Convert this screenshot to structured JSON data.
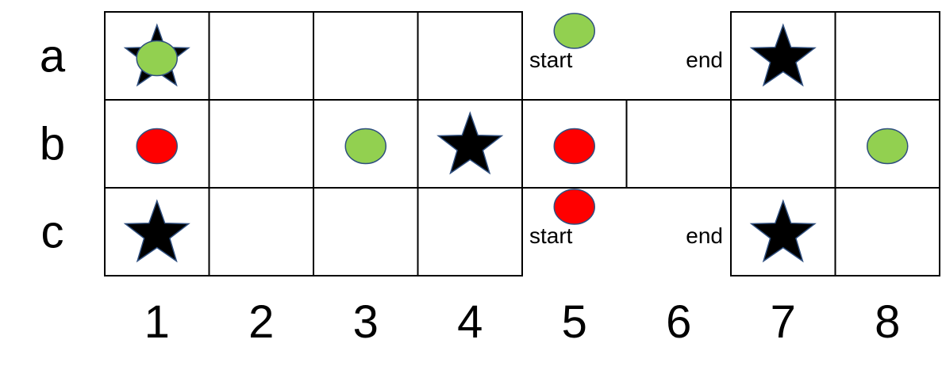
{
  "rows": [
    {
      "id": "a",
      "label": "a"
    },
    {
      "id": "b",
      "label": "b"
    },
    {
      "id": "c",
      "label": "c"
    }
  ],
  "columns": [
    "1",
    "2",
    "3",
    "4",
    "5",
    "6",
    "7",
    "8"
  ],
  "colors": {
    "green": "#92d050",
    "red": "#ff0000",
    "star": "#000000",
    "outline": "#2f4f7f",
    "grid": "#000000"
  },
  "cells": {
    "a": [
      "cell",
      "cell",
      "cell",
      "cell",
      "open",
      "open",
      "cell",
      "cell"
    ],
    "b": [
      "cell",
      "cell",
      "cell",
      "cell",
      "cell",
      "cell",
      "cell",
      "cell"
    ],
    "c": [
      "cell",
      "cell",
      "cell",
      "cell",
      "open",
      "open",
      "cell",
      "cell"
    ]
  },
  "pieces": [
    {
      "row": "a",
      "col": 1,
      "kind": "star"
    },
    {
      "row": "a",
      "col": 1,
      "kind": "circle",
      "color": "green"
    },
    {
      "row": "a",
      "col": 5,
      "kind": "circle",
      "color": "green",
      "position": "top"
    },
    {
      "row": "a",
      "col": 7,
      "kind": "star"
    },
    {
      "row": "b",
      "col": 1,
      "kind": "circle",
      "color": "red"
    },
    {
      "row": "b",
      "col": 3,
      "kind": "circle",
      "color": "green"
    },
    {
      "row": "b",
      "col": 4,
      "kind": "star"
    },
    {
      "row": "b",
      "col": 5,
      "kind": "circle",
      "color": "red"
    },
    {
      "row": "b",
      "col": 8,
      "kind": "circle",
      "color": "green"
    },
    {
      "row": "c",
      "col": 1,
      "kind": "star"
    },
    {
      "row": "c",
      "col": 5,
      "kind": "circle",
      "color": "red",
      "position": "top"
    },
    {
      "row": "c",
      "col": 7,
      "kind": "star"
    }
  ],
  "texts": [
    {
      "row": "a",
      "col": 5,
      "text": "start",
      "align": "left"
    },
    {
      "row": "a",
      "col": 6,
      "text": "end",
      "align": "right"
    },
    {
      "row": "c",
      "col": 5,
      "text": "start",
      "align": "left"
    },
    {
      "row": "c",
      "col": 6,
      "text": "end",
      "align": "right"
    }
  ]
}
